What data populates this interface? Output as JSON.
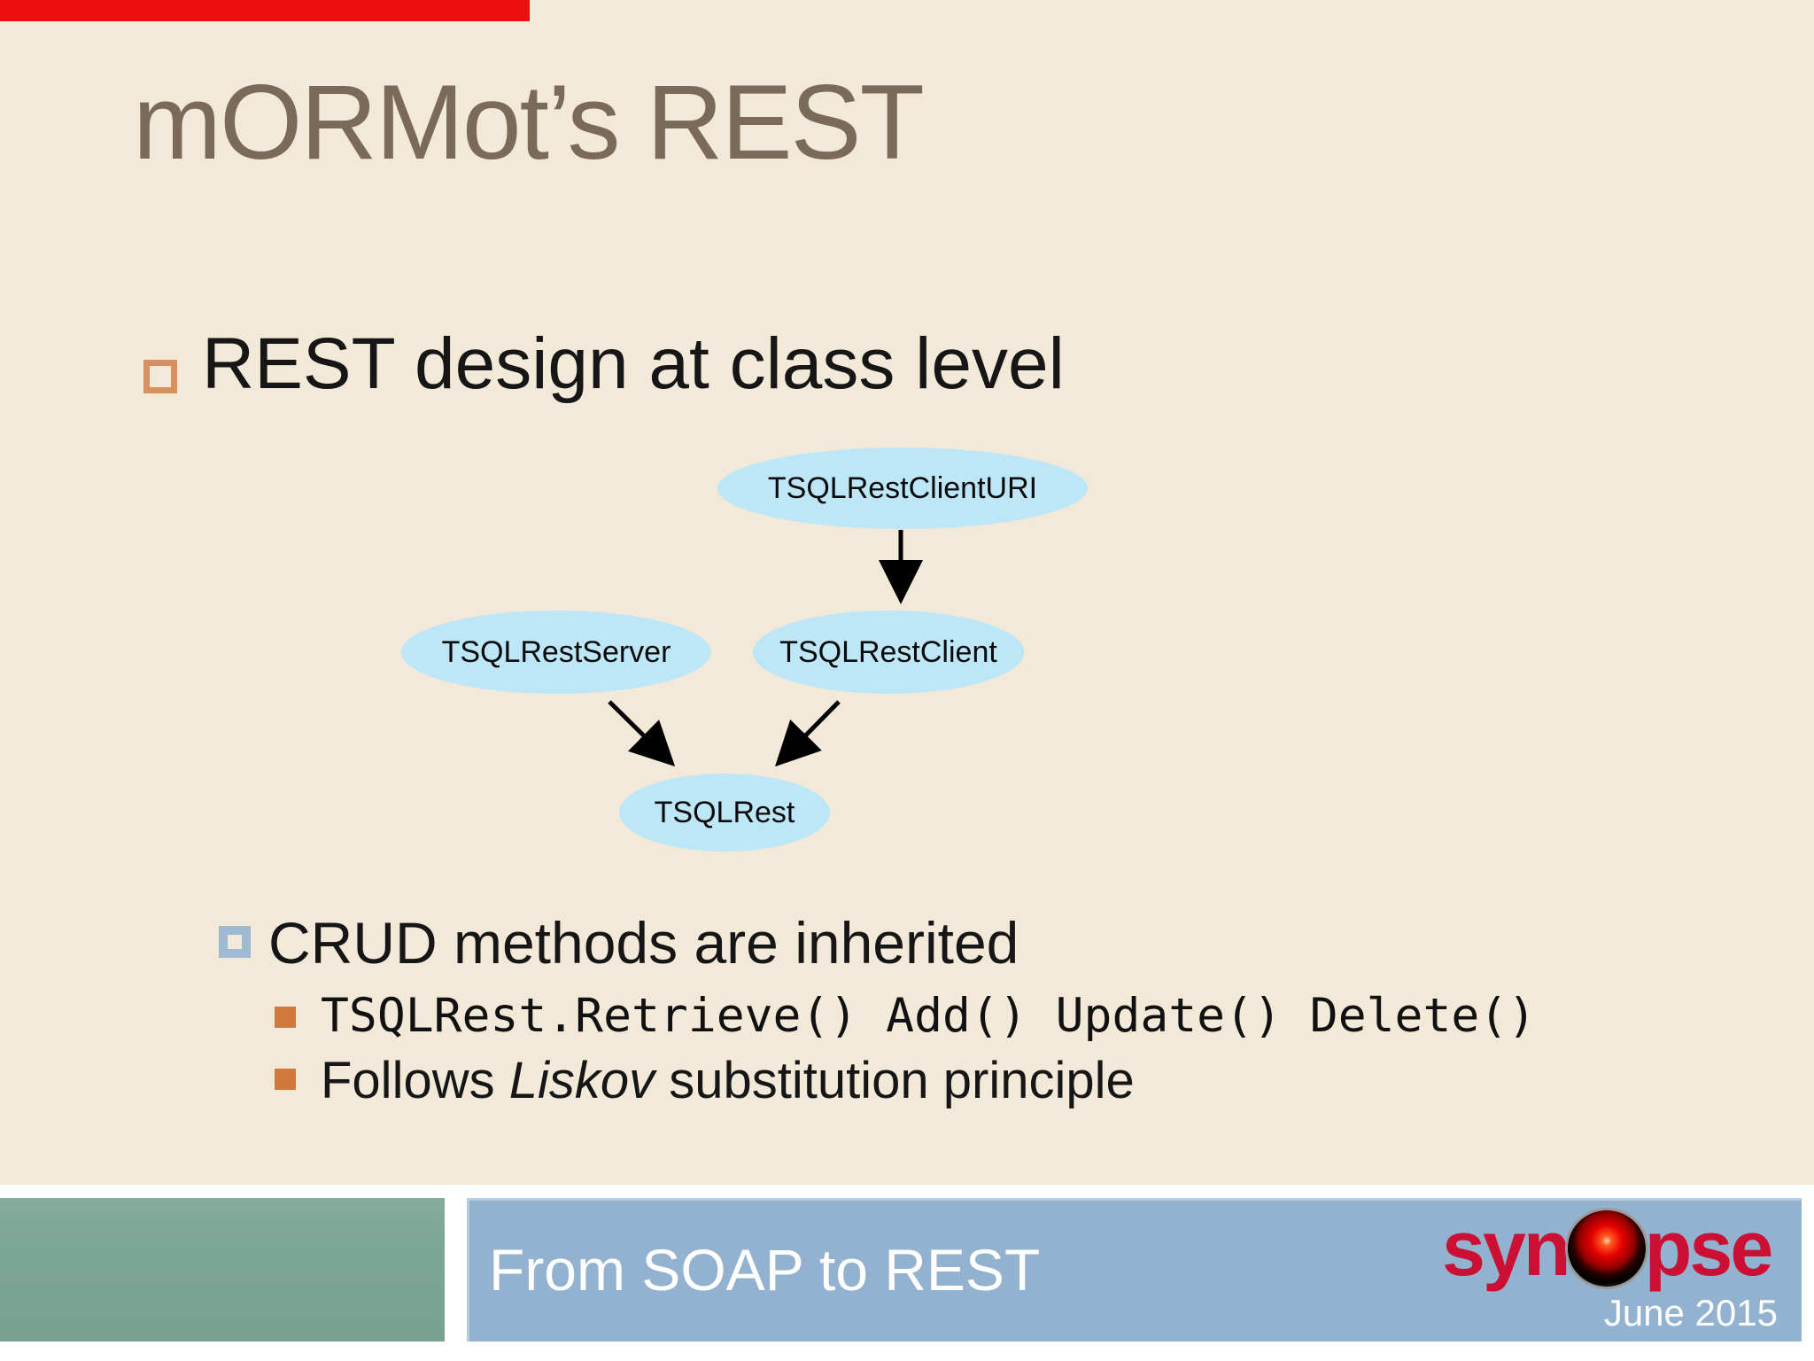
{
  "slide": {
    "title": "mORMot’s REST",
    "bullet1": "REST design at class level",
    "crud_heading": "CRUD methods are inherited",
    "code_line": "TSQLRest.Retrieve() Add() Update() Delete()",
    "liskov_prefix": "Follows ",
    "liskov_emphasis": "Liskov",
    "liskov_suffix": " substitution principle"
  },
  "diagram": {
    "nodes": [
      {
        "id": "clienturi",
        "label": "TSQLRestClientURI"
      },
      {
        "id": "server",
        "label": "TSQLRestServer"
      },
      {
        "id": "client",
        "label": "TSQLRestClient"
      },
      {
        "id": "rest",
        "label": "TSQLRest"
      }
    ],
    "edges": [
      {
        "from": "TSQLRestClientURI",
        "to": "TSQLRestClient"
      },
      {
        "from": "TSQLRestServer",
        "to": "TSQLRest"
      },
      {
        "from": "TSQLRestClient",
        "to": "TSQLRest"
      }
    ]
  },
  "footer": {
    "title": "From SOAP to REST",
    "date": "June 2015",
    "logo": {
      "part1": "syn",
      "part2": "pse",
      "icon": "hal-eye-icon"
    }
  },
  "colors": {
    "background": "#f2e9d8",
    "title_text": "#7b6a58",
    "node_fill": "#bde6f7",
    "bullet_orange": "#d0793c",
    "bullet_orange_outline": "#d8905f",
    "bullet_blue": "#9fb9d1",
    "footer_green": "#7da795",
    "footer_blue": "#93b2d0",
    "logo_red": "#cc1034",
    "top_stripe_red": "#ec0f0f"
  }
}
